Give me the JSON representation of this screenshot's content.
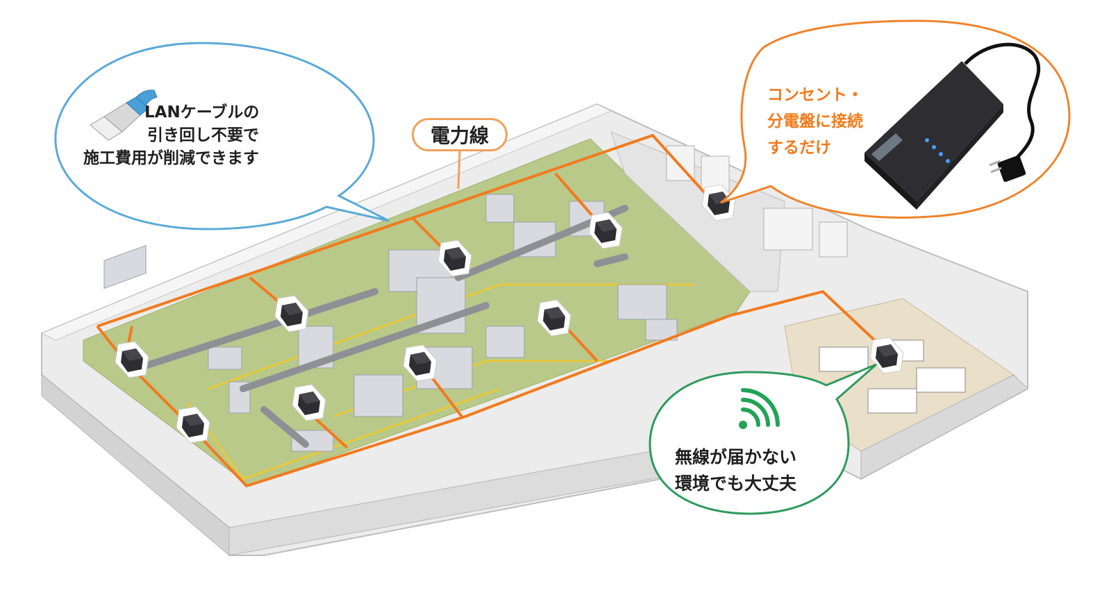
{
  "colors": {
    "power_line": "#f27a1e",
    "lan_bubble_border": "#5aa9d8",
    "outlet_bubble_border": "#f0832a",
    "wifi_bubble_border": "#2e9a5e",
    "wifi_signal": "#22a355",
    "floor": "#b9c98a",
    "adapter": "#2d2d32"
  },
  "icons": {
    "lan_cable": "lan-cable-icon",
    "wifi": "wifi-signal-icon",
    "adapter": "plc-adapter-icon"
  },
  "callouts": {
    "lan": {
      "line1": "LANケーブルの",
      "line2": "引き回し不要で",
      "line3": "施工費用が削減できます"
    },
    "power_line_label": "電力線",
    "outlet": {
      "line1": "コンセント・",
      "line2": "分電盤に接続",
      "line3": "するだけ"
    },
    "wifi": {
      "line1": "無線が届かない",
      "line2": "環境でも大丈夫"
    }
  }
}
